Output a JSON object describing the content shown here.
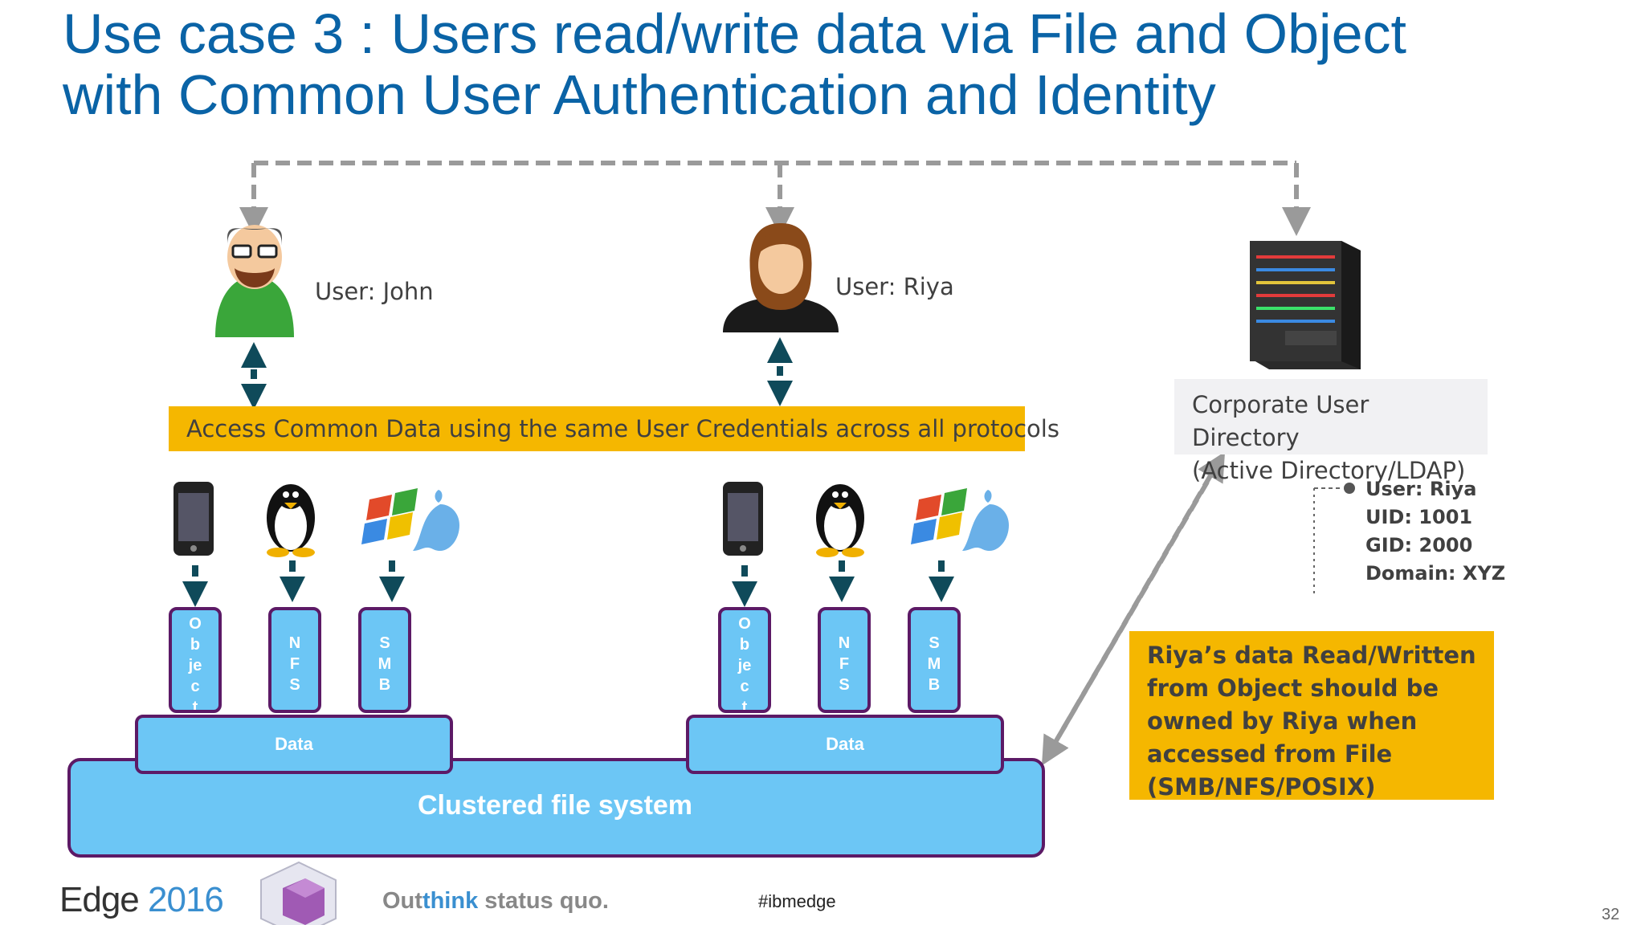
{
  "title": {
    "line1": "Use case 3 : Users read/write data via File and Object",
    "line2": "with Common User Authentication and Identity"
  },
  "users": [
    {
      "label": "User: John",
      "icon": "male-user-icon"
    },
    {
      "label": "User: Riya",
      "icon": "female-user-icon"
    }
  ],
  "banner": "Access Common Data using the same User Credentials across all protocols",
  "client_icons": [
    "smartphone-icon",
    "linux-penguin-icon",
    "windows-apple-icon"
  ],
  "protocols": [
    {
      "label_chars": [
        "O",
        "b",
        "je",
        "c",
        "t"
      ]
    },
    {
      "label_chars": [
        "N",
        "F",
        "S"
      ]
    },
    {
      "label_chars": [
        "S",
        "M",
        "B"
      ]
    }
  ],
  "data_label": "Data",
  "cluster_label": "Clustered file system",
  "directory": {
    "lines": [
      "Corporate User",
      "Directory",
      "(Active Directory/LDAP)"
    ],
    "server_icon": "server-icon",
    "attributes": [
      "User: Riya",
      "UID: 1001",
      "GID: 2000",
      "Domain: XYZ"
    ]
  },
  "note": {
    "lines": [
      "Riya’s data Read/Written",
      "from Object should be",
      "owned by Riya when",
      "accessed from File",
      "(SMB/NFS/POSIX)"
    ]
  },
  "footer": {
    "edge_word": "Edge",
    "edge_year": "2016",
    "tagline_a": "Out",
    "tagline_b": "think",
    "tagline_c": " status quo.",
    "hashtag": "#ibmedge",
    "page_number": "32"
  },
  "colors": {
    "title": "#0a63a6",
    "banner": "#f5b700",
    "block_fill": "#6cc6f5",
    "block_border": "#5c1a66",
    "arrow_dark": "#0f4a5a",
    "arrow_gray": "#9a9a9a"
  }
}
